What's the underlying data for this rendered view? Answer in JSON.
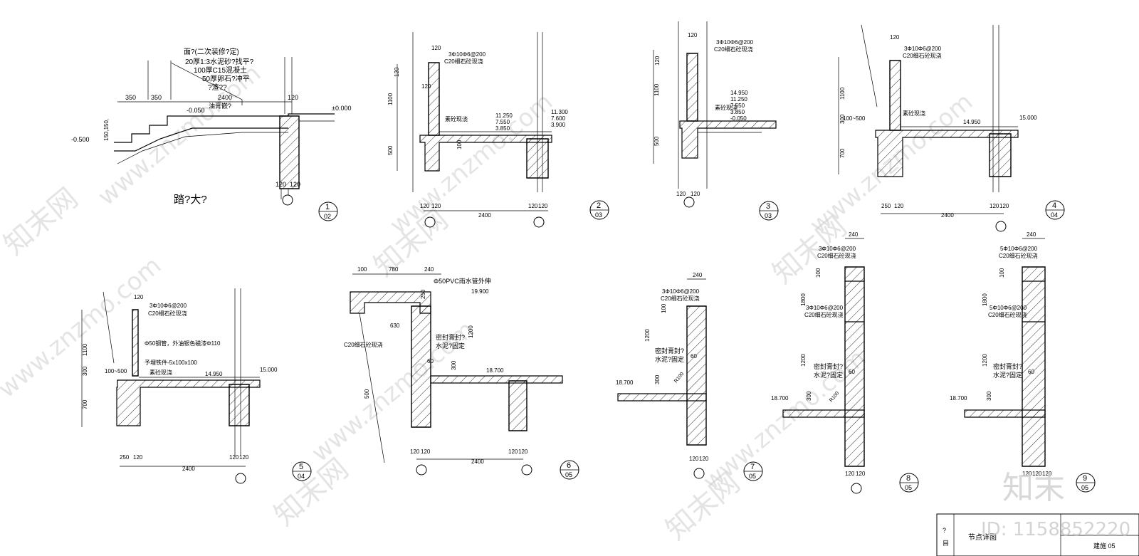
{
  "detail1": {
    "notes": [
      "面?(二次装修?定)",
      "20厚1:3水泥砂?找平?",
      "100厚C15混凝土",
      "50厚卵石?冲平",
      "?渣??"
    ],
    "dim_350a": "350",
    "dim_350b": "350",
    "dim_2400": "2400",
    "dim_120": "120",
    "elev_a": "-0.050",
    "elev_b": "±0.000",
    "elev_c": "-0.500",
    "label_asphalt": "油膏嵌?",
    "dims_left": "150,150,",
    "dim_120b": "120",
    "dim_120c": "120",
    "caption": "踏?大?",
    "index_num": "1",
    "index_sheet": "02"
  },
  "detail2": {
    "dim_120": "120",
    "rebar": "3Φ10Φ6@200",
    "concrete": "C20细石砼现浇",
    "dim_1100": "1100",
    "dim_500": "500",
    "dim_120b": "120",
    "dim_120c": "120",
    "elev_a": [
      "11.250",
      "7.550",
      "3.850"
    ],
    "elev_b": [
      "11.300",
      "7.600",
      "3.900"
    ],
    "label_plain": "素砼现浇",
    "dim_100": "100",
    "dim_2400": "2400",
    "bottom_dims": [
      "120",
      "120",
      "120",
      "120"
    ],
    "index_num": "2",
    "index_sheet": "03"
  },
  "detail3": {
    "dim_120": "120",
    "rebar": "3Φ10Φ6@200",
    "concrete": "C20细石砼现浇",
    "dim_1100": "1100",
    "dim_500": "500",
    "dim_120b": "120",
    "elev": [
      "14.950",
      "11.250",
      "7.550",
      "3.850",
      "-0.050"
    ],
    "label_plain": "素砼现浇",
    "bottom_dims": [
      "120",
      "120"
    ],
    "index_num": "3",
    "index_sheet": "03"
  },
  "detail4": {
    "dim_120": "120",
    "rebar": "3Φ10Φ6@200",
    "concrete": "C20细石砼现浇",
    "dim_1100": "1100",
    "dim_300": "300",
    "dim_700": "700",
    "dim_100_500": "100~500",
    "label_plain": "素砼现浇",
    "elev_a": "14.950",
    "elev_b": "15.000",
    "bottom_dims": [
      "250",
      "120",
      "120",
      "120"
    ],
    "dim_2400": "2400",
    "index_num": "4",
    "index_sheet": "04"
  },
  "detail5": {
    "dim_120": "120",
    "rebar": "3Φ10Φ6@200",
    "concrete": "C20细石砼现浇",
    "pipe": "Φ50钢管，外油银色磁漆Φ110",
    "embed": "予埋铁件-5x100x100",
    "label_plain": "素砼现浇",
    "dim_1100": "1100",
    "dim_300": "300",
    "dim_700": "700",
    "dim_100_500": "100~500",
    "elev_a": "14.950",
    "elev_b": "15.000",
    "bottom_dims": [
      "250",
      "120",
      "120",
      "120"
    ],
    "dim_2400": "2400",
    "index_num": "5",
    "index_sheet": "04"
  },
  "detail6": {
    "top_dims": [
      "100",
      "780",
      "240"
    ],
    "pipe": "Φ50PVC雨水管外伸",
    "dim_250": "250",
    "elev_a": "19.900",
    "dim_630": "630",
    "concrete": "C20细石砼现浇",
    "seal": [
      "密封膏封?",
      "水泥?固定"
    ],
    "dim_1200": "1200",
    "dim_60": "60",
    "dim_300": "300",
    "elev_b": "18.700",
    "dim_500": "500",
    "bottom_dims": [
      "120",
      "120",
      "120",
      "120"
    ],
    "dim_2400": "2400",
    "index_num": "6",
    "index_sheet": "05"
  },
  "detail7": {
    "dim_240": "240",
    "rebar": "3Φ10Φ6@200",
    "concrete": "C20细石砼现浇",
    "dim_100": "100",
    "dim_1200": "1200",
    "seal": [
      "密封膏封?",
      "水泥?固定"
    ],
    "dim_60": "60",
    "r100": "R100",
    "elev": "18.700",
    "dim_300": "300",
    "bottom_dims": [
      "120",
      "120"
    ],
    "index_num": "7",
    "index_sheet": "05"
  },
  "detail8": {
    "dim_240": "240",
    "rebar_a": "3Φ10Φ6@200",
    "concrete_a": "C20细石砼现浇",
    "dim_100": "100",
    "dim_1800": "1800",
    "rebar_b": "3Φ10Φ6@200",
    "concrete_b": "C20细石砼现浇",
    "dim_1200": "1200",
    "seal": [
      "密封膏封?",
      "水泥?固定"
    ],
    "dim_60": "60",
    "r100": "R100",
    "elev": "18.700",
    "dim_300": "300",
    "bottom_dims": [
      "120",
      "120"
    ],
    "index_num": "8",
    "index_sheet": "05"
  },
  "detail9": {
    "dim_240": "240",
    "rebar_a": "5Φ10Φ6@200",
    "concrete_a": "C20细石砼现浇",
    "dim_100": "100",
    "dim_1800": "1800",
    "rebar_b": "5Φ10Φ6@200",
    "concrete_b": "C20细石砼现浇",
    "dim_1200": "1200",
    "seal": [
      "密封膏封?",
      "水泥?固定"
    ],
    "dim_60": "60",
    "elev": "18.700",
    "dim_300": "300",
    "bottom_dims": [
      "120",
      "120",
      "120"
    ],
    "index_num": "9",
    "index_sheet": "05"
  },
  "title_block": {
    "mark_a": "?",
    "mark_b": "目",
    "title": "节点详图",
    "sheet": "建施 05"
  },
  "watermark": {
    "site": "www.znzmo.com",
    "brand": "知末网",
    "logo": "知末",
    "id": "ID: 1158852220"
  }
}
